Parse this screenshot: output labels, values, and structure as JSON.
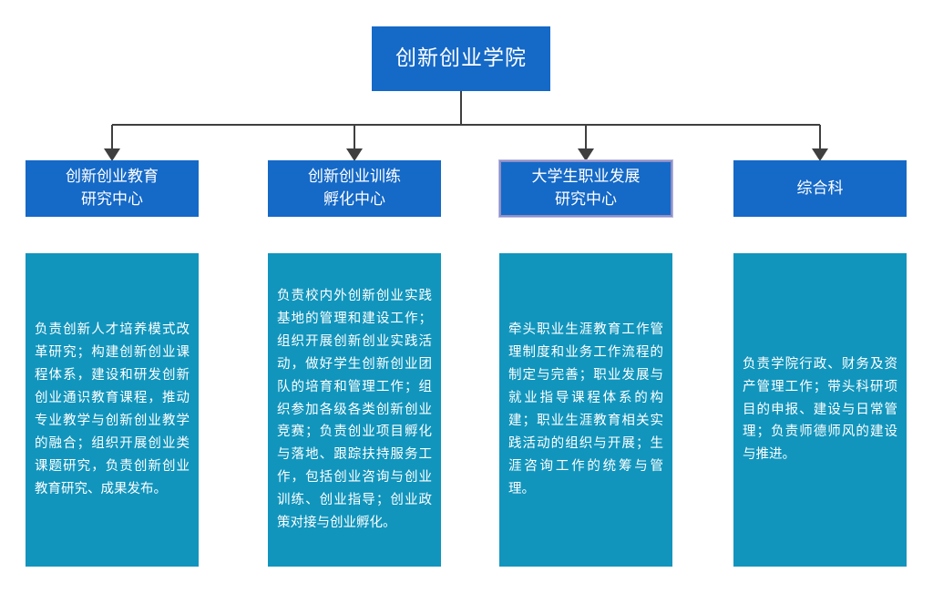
{
  "chart": {
    "type": "org-chart",
    "root": {
      "label": "创新创业学院"
    },
    "departments": [
      {
        "label": "创新创业教育\n研究中心",
        "selected": false,
        "description": "负责创新人才培养模式改革研究；构建创新创业课程体系，建设和研发创新创业通识教育课程，推动专业教学与创新创业教学的融合；组织开展创业类课题研究，负责创新创业教育研究、成果发布。"
      },
      {
        "label": "创新创业训练\n孵化中心",
        "selected": false,
        "description": "负责校内外创新创业实践基地的管理和建设工作；组织开展创新创业实践活动，做好学生创新创业团队的培育和管理工作；组织参加各级各类创新创业竞赛；负责创业项目孵化与落地、跟踪扶持服务工作，包括创业咨询与创业训练、创业指导；创业政策对接与创业孵化。"
      },
      {
        "label": "大学生职业发展\n研究中心",
        "selected": true,
        "description": "牵头职业生涯教育工作管理制度和业务工作流程的制定与完善；职业发展与就业指导课程体系的构建；职业生涯教育相关实践活动的组织与开展；生涯咨询工作的统筹与管理。"
      },
      {
        "label": "综合科",
        "selected": false,
        "description": "负责学院行政、财务及资产管理工作；带头科研项目的申报、建设与日常管理；负责师德师风的建设与推进。"
      }
    ],
    "colors": {
      "header_box": "#1569c7",
      "description_panel": "#1195bd",
      "connector": "#3f3f3f",
      "selection_border": "#8e8ec8",
      "text": "#ffffff",
      "background": "#ffffff"
    }
  }
}
